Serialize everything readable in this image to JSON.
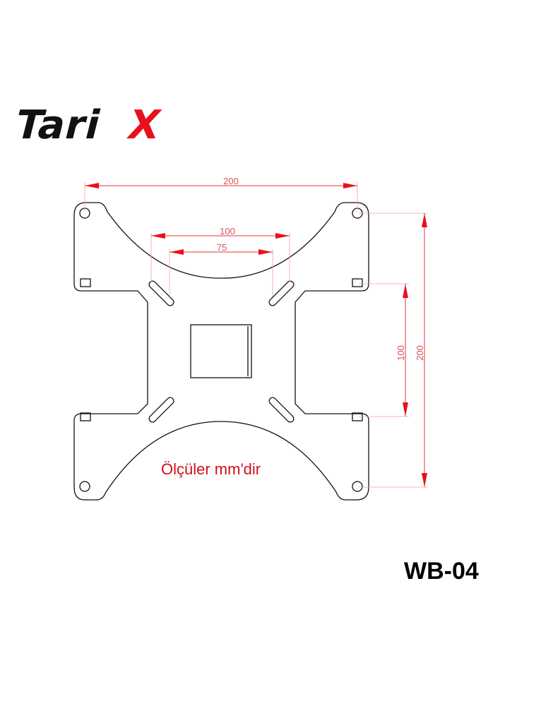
{
  "logo": {
    "text_main": "Tari",
    "text_accent": "X",
    "accent_color": "#e8101c"
  },
  "dimensions": {
    "top_outer": "200",
    "top_middle": "100",
    "top_inner": "75",
    "right_outer": "200",
    "right_inner": "100"
  },
  "note": "Ölçüler mm'dir",
  "model": "WB-04",
  "colors": {
    "dimension": "#e8101c",
    "outline": "#111111",
    "note": "#d0101c"
  }
}
